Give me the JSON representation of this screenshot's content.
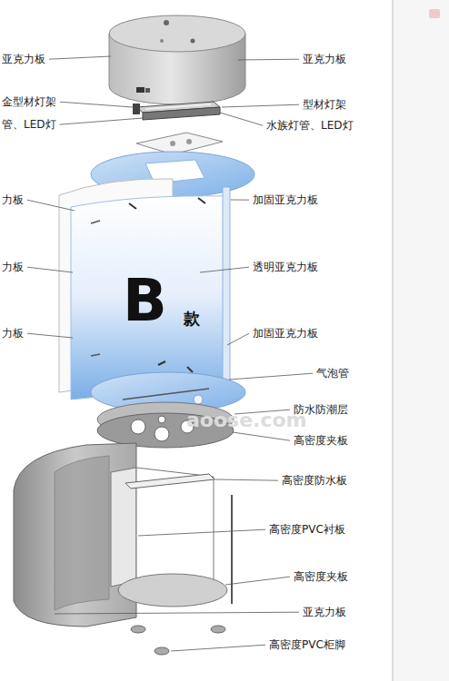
{
  "diagram": {
    "labels": [
      "亚克力板",
      "亚克力板",
      "金型材灯架",
      "型材灯架",
      "管、LED灯",
      "水族灯管、LED灯",
      "力板",
      "加固亚克力板",
      "力板",
      "透明亚克力板",
      "B",
      "款",
      "力板",
      "加固亚克力板",
      "气泡管",
      "防水防潮层",
      "高密度夹板",
      "aoose.com",
      "高密度防水板",
      "高密度PVC衬板",
      "高密度夹板",
      "亚克力板",
      "高密度PVC柜脚"
    ]
  }
}
